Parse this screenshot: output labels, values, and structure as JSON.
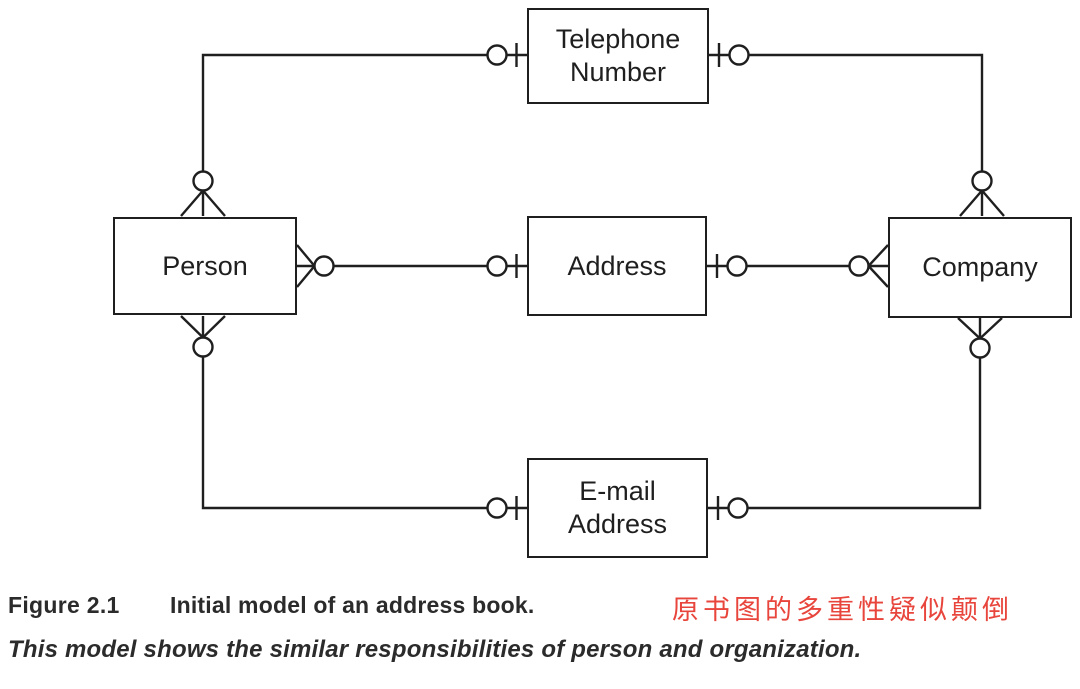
{
  "figure": {
    "number": "Figure 2.1",
    "title": "Initial model of an address book.",
    "subtitle": "This model shows the similar responsibilities of person and organization.",
    "annotation_cn": "原书图的多重性疑似颠倒",
    "annotation_color": "#e8453c"
  },
  "diagram": {
    "type": "data-model-diagram",
    "notation": "crows-foot multiplicity with optionality circles",
    "line_color": "#1f1f1f",
    "entities": [
      {
        "id": "person",
        "label": "Person"
      },
      {
        "id": "telephone-number",
        "label": "Telephone\nNumber"
      },
      {
        "id": "address",
        "label": "Address"
      },
      {
        "id": "company",
        "label": "Company"
      },
      {
        "id": "email-address",
        "label": "E-mail\nAddress"
      }
    ],
    "relationships": [
      {
        "from": "Person",
        "to": "Telephone Number",
        "from_end": "optional-many (crow's foot + circle)",
        "to_end": "optional-one (circle + bar)"
      },
      {
        "from": "Company",
        "to": "Telephone Number",
        "from_end": "optional-many (crow's foot + circle)",
        "to_end": "optional-one (circle + bar)"
      },
      {
        "from": "Person",
        "to": "Address",
        "from_end": "optional-many (crow's foot + circle)",
        "to_end": "optional-one (circle + bar)"
      },
      {
        "from": "Company",
        "to": "Address",
        "from_end": "optional-many (crow's foot + circle)",
        "to_end": "optional-one (circle + bar)"
      },
      {
        "from": "Person",
        "to": "E-mail Address",
        "from_end": "optional-many (crow's foot + circle)",
        "to_end": "optional-one (circle + bar)"
      },
      {
        "from": "Company",
        "to": "E-mail Address",
        "from_end": "optional-many (crow's foot + circle)",
        "to_end": "optional-one (circle + bar)"
      }
    ]
  }
}
